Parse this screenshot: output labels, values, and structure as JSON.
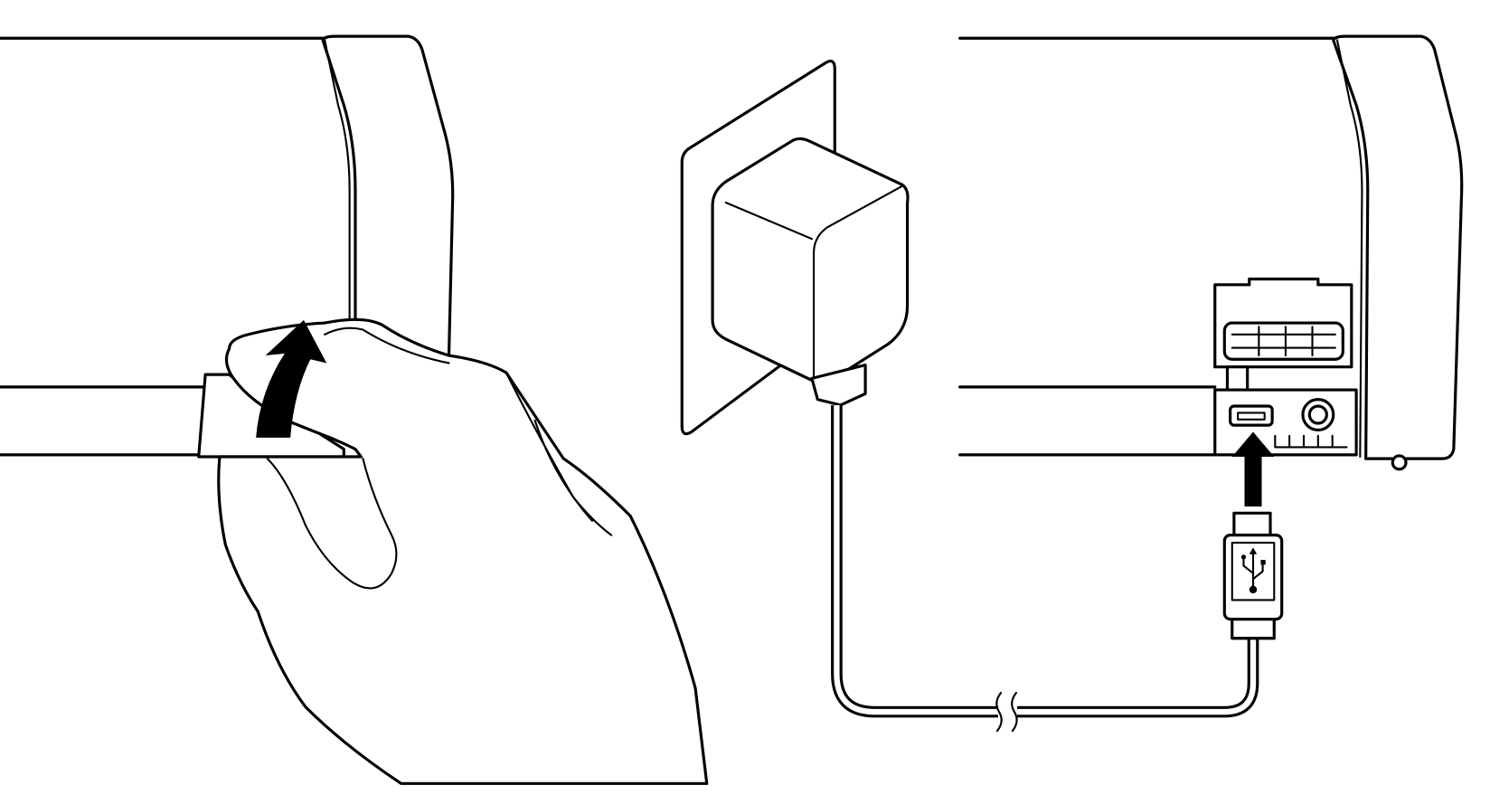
{
  "colors": {
    "line": "#000000",
    "background": "#ffffff"
  },
  "panels": [
    {
      "icon": "hand-opening-cover-illustration"
    },
    {
      "icon": "ac-adapter-wall-outlet-illustration"
    },
    {
      "icon": "usb-cable-port-illustration"
    }
  ]
}
